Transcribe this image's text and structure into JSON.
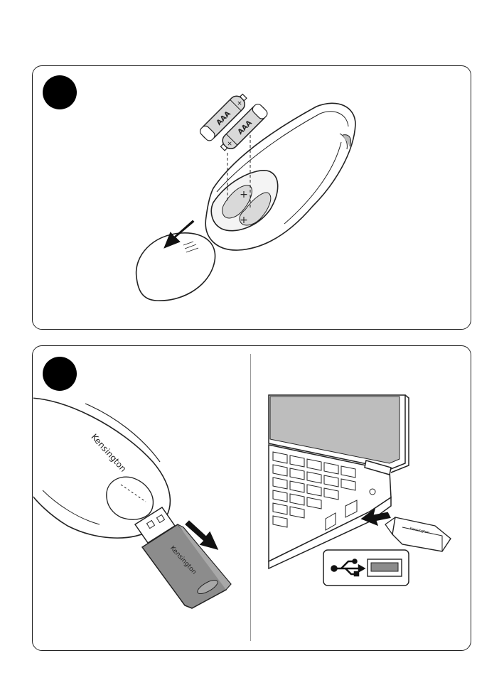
{
  "step1": {
    "battery_label": "AAA",
    "plus_sign": "+",
    "minus_sign": "−"
  },
  "step2": {
    "brand_remote": "Kensington",
    "brand_receiver": "Kensington",
    "brand_small_receiver": "Kensington"
  },
  "colors": {
    "stroke": "#222222",
    "battery_fill": "#d9d9d9",
    "receiver_body": "#8c8c8c",
    "screen": "#bdbdbd",
    "arrow": "#111111"
  }
}
